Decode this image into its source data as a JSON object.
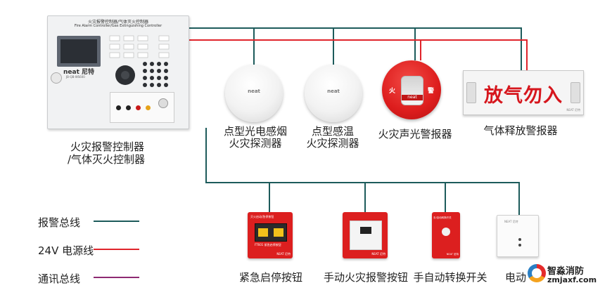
{
  "colors": {
    "alarm_bus": "#1d5b5b",
    "power_line": "#e0242b",
    "comm_bus": "#8e2a72"
  },
  "controller": {
    "title_cn": "火灾报警控制器/气体灭火控制器",
    "title_en": "Fire Alarm Controller/Gas Extinguishing Controller",
    "brand": "neat 尼特",
    "model": "JB-QB-WS600",
    "caption_line1": "火灾报警控制器",
    "caption_line2": "/气体灭火控制器"
  },
  "devices_top": [
    {
      "brand": "neat",
      "caption_line1": "点型光电感烟",
      "caption_line2": "火灾探测器"
    },
    {
      "brand": "neat",
      "caption_line1": "点型感温",
      "caption_line2": "火灾探测器"
    }
  ],
  "alarm": {
    "char_left": "火",
    "char_right": "警",
    "brand": "neat",
    "caption": "火灾声光警报器"
  },
  "sign": {
    "text": "放气勿入",
    "small": "NEAT 尼特",
    "caption": "气体释放警报器"
  },
  "devices_bottom": [
    {
      "caption": "紧急启停按钮",
      "top_text": "灭火启动/急停按钮",
      "mid_text": "FT601 紧急启停按钮",
      "brand": "NEAT 尼特"
    },
    {
      "caption": "手动火灾报警按钮",
      "brand": "NEAT 尼特"
    },
    {
      "caption": "手自动转换开关",
      "top_text": "手/自动转换开关",
      "brand": "NEAT 尼特"
    },
    {
      "caption": "电动",
      "brand": "NEAT 尼特"
    }
  ],
  "legend": [
    {
      "label": "报警总线"
    },
    {
      "label": "24V 电源线"
    },
    {
      "label": "通讯总线"
    }
  ],
  "watermark": {
    "name": "智淼消防",
    "url": "zmjaxf.com"
  }
}
